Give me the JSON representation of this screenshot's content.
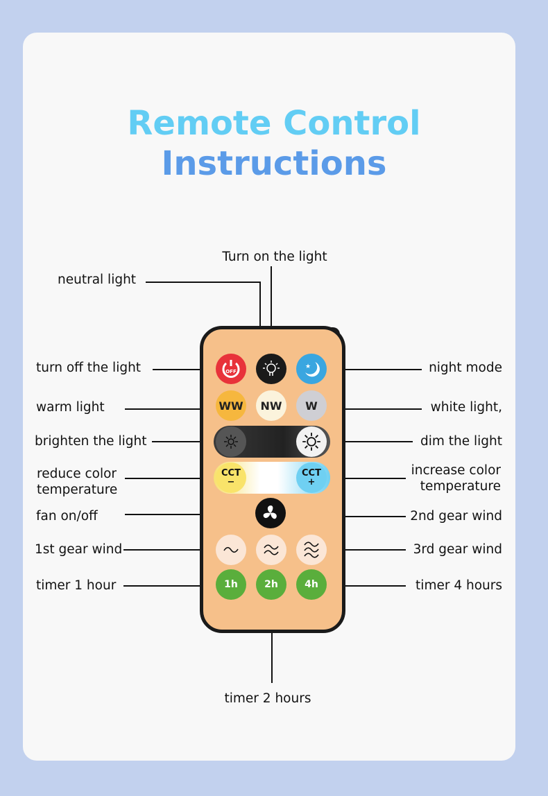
{
  "title": {
    "line1": "Remote Control",
    "line2": "Instructions"
  },
  "labels": {
    "turn_on": "Turn on the light",
    "neutral": "neutral light",
    "turn_off": "turn off the light",
    "night": "night mode",
    "warm": "warm light",
    "white": "white light,",
    "brighten": "brighten the light",
    "dim": "dim the light",
    "reduce_cct_1": "reduce color",
    "reduce_cct_2": "temperature",
    "increase_cct_1": "increase color",
    "increase_cct_2": "temperature",
    "fan": "fan on/off",
    "gear2": "2nd gear wind",
    "gear1": "1st gear wind",
    "gear3": "3rd gear wind",
    "timer1": "timer 1 hour",
    "timer4": "timer 4 hours",
    "timer2": "timer 2 hours"
  },
  "buttons": {
    "off": "OFF",
    "ww": "WW",
    "nw": "NW",
    "w": "W",
    "cct_minus_1": "CCT",
    "cct_minus_2": "−",
    "cct_plus_1": "CCT",
    "cct_plus_2": "+",
    "t1": "1h",
    "t2": "2h",
    "t4": "4h"
  },
  "colors": {
    "title_top": "#62cdf4",
    "title_bottom": "#5b9be8",
    "remote_body": "#f6c08a",
    "timer_green": "#5aae3c",
    "off_red": "#e8323a",
    "night_blue": "#3aa6e0"
  }
}
